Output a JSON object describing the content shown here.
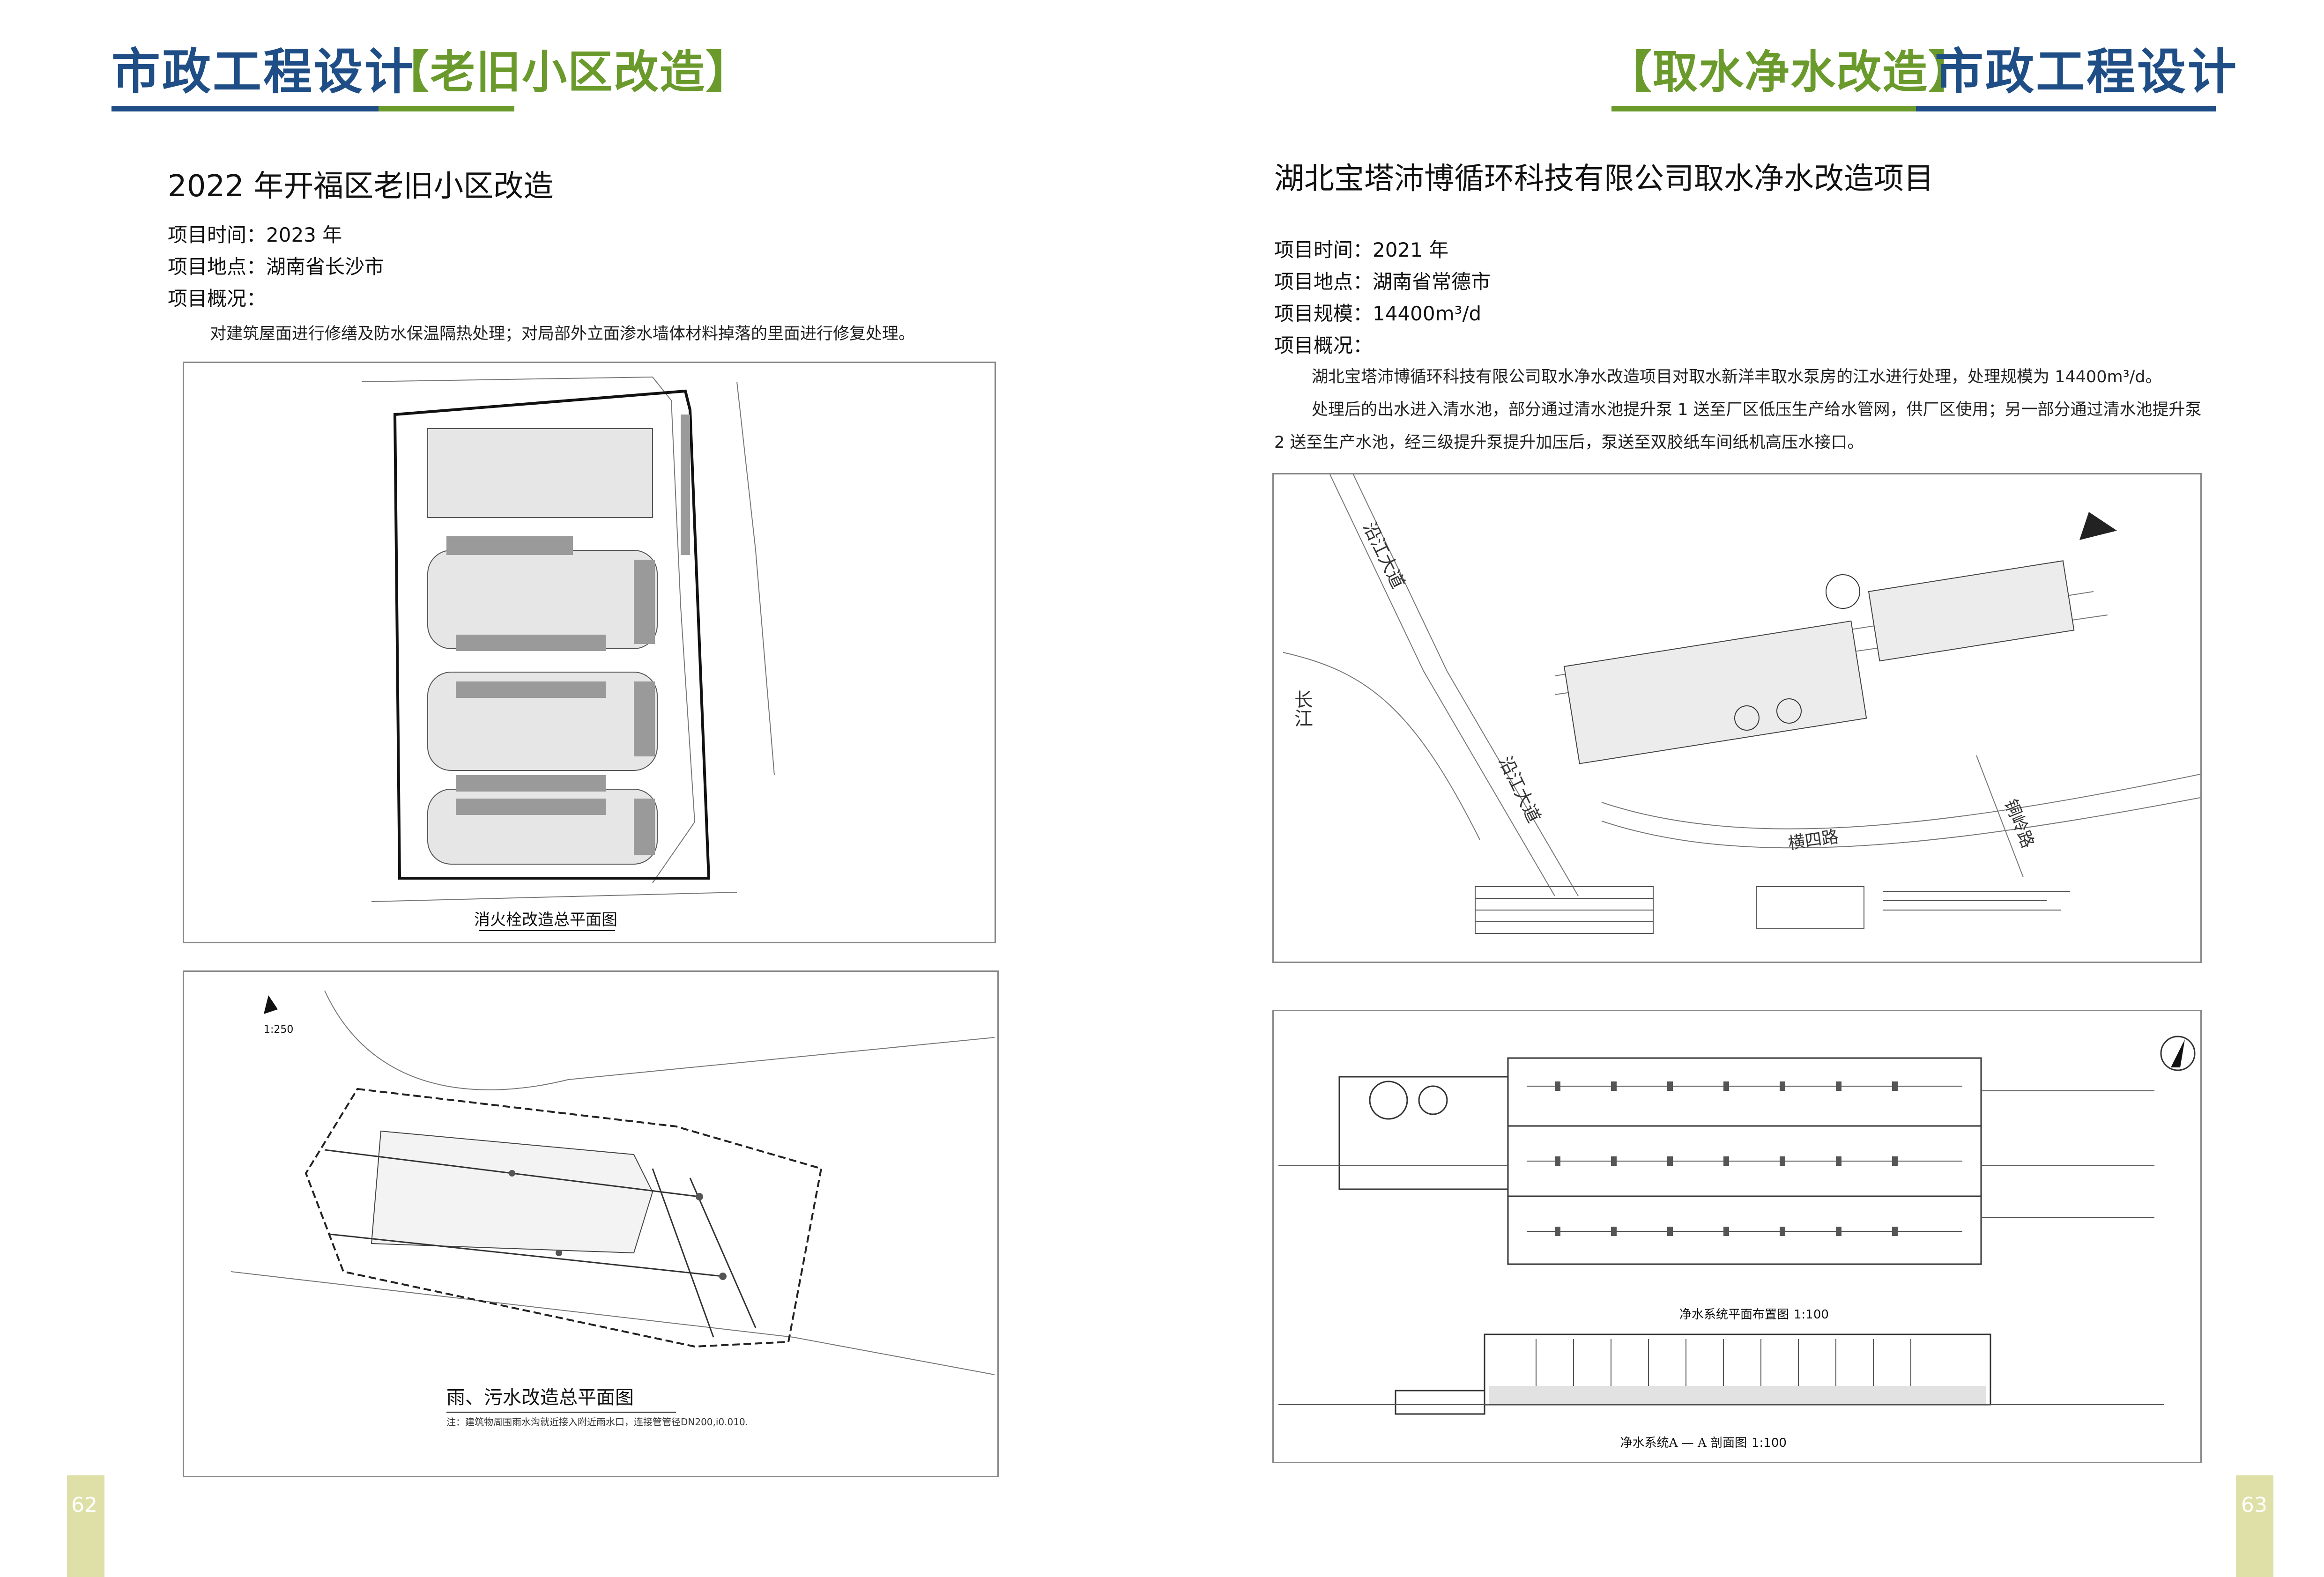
{
  "left": {
    "header_title": "市政工程设计",
    "header_tag": "【老旧小区改造】",
    "project_title": "2022 年开福区老旧小区改造",
    "time": "项目时间：2023 年",
    "location": "项目地点：湖南省长沙市",
    "overview_label": "项目概况：",
    "overview_text": "对建筑屋面进行修缮及防水保温隔热处理；对局部外立面渗水墙体材料掉落的里面进行修复处理。",
    "figure1_caption": "消火栓改造总平面图",
    "figure2_caption": "雨、污水改造总平面图",
    "figure2_note": "注：建筑物周围雨水沟就近接入附近雨水口，连接管管径DN200,i0.010.",
    "figure2_scale": "1:250",
    "page_number": "62"
  },
  "right": {
    "header_title": "市政工程设计",
    "header_tag": "【取水净水改造】",
    "project_title": "湖北宝塔沛博循环科技有限公司取水净水改造项目",
    "time": "项目时间：2021 年",
    "location": "项目地点：湖南省常德市",
    "scale": "项目规模：14400m³/d",
    "overview_label": "项目概况：",
    "overview_p1": "湖北宝塔沛博循环科技有限公司取水净水改造项目对取水新洋丰取水泵房的江水进行处理，处理规模为 14400m³/d。",
    "overview_p2": "处理后的出水进入清水池，部分通过清水池提升泵 1 送至厂区低压生产给水管网，供厂区使用；另一部分通过清水池提升泵 2 送至生产水池，经三级提升泵提升加压后，泵送至双胶纸车间纸机高压水接口。",
    "map_labels": {
      "road1": "沿江大道",
      "road2": "沿江大道",
      "road3": "横四路",
      "road4": "铜岭路",
      "river": "长江"
    },
    "plan_caption": "净水系统平面布置图",
    "plan_scale": "1:100",
    "section_caption": "净水系统A — A 剖面图",
    "section_scale": "1:100",
    "page_number": "63"
  },
  "colors": {
    "header_blue": "#1f4e86",
    "header_green": "#6b9a2c",
    "page_tab": "#dfe0a8"
  }
}
